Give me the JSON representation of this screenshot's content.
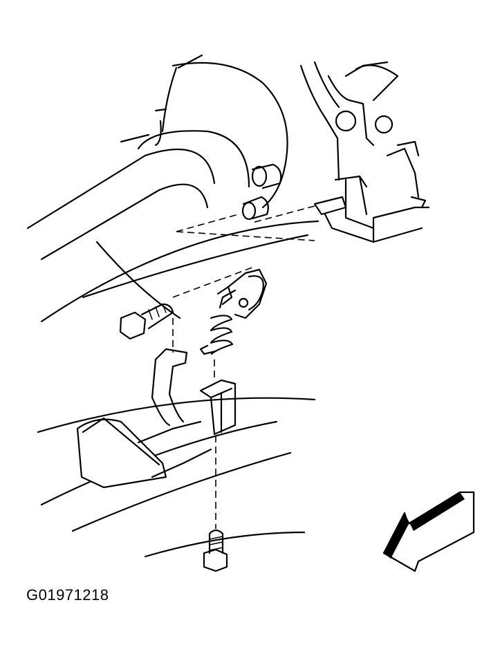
{
  "figure": {
    "id_label": "G01971218",
    "colors": {
      "ink": "#000000",
      "paper": "#ffffff"
    },
    "parts": [
      "steering-column",
      "steering-wheel-hub",
      "brake-pedal-bracket",
      "pivot-bolt",
      "return-spring",
      "pedal-pushrod-clip",
      "brake-pedal-arm",
      "pedal-pad",
      "mounting-bolt",
      "forward-direction-arrow"
    ]
  }
}
